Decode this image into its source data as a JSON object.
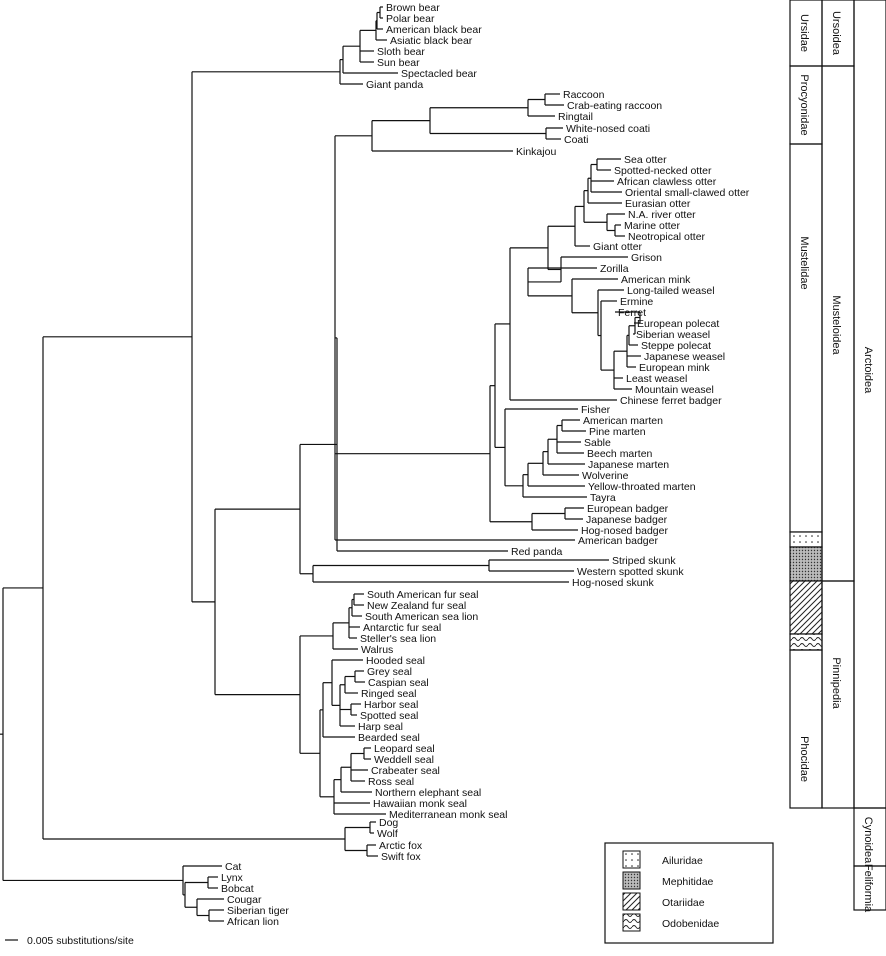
{
  "tree": {
    "leaves": [
      "Brown bear",
      "Polar bear",
      "American black bear",
      "Asiatic black bear",
      "Sloth bear",
      "Sun bear",
      "Spectacled bear",
      "Giant panda",
      "Raccoon",
      "Crab-eating raccoon",
      "Ringtail",
      "White-nosed coati",
      "Coati",
      "Kinkajou",
      "Sea otter",
      "Spotted-necked otter",
      "African clawless otter",
      "Oriental small-clawed otter",
      "Eurasian otter",
      "N.A. river otter",
      "Marine otter",
      "Neotropical otter",
      "Giant otter",
      "Grison",
      "Zorilla",
      "American mink",
      "Long-tailed weasel",
      "Ermine",
      "Ferret",
      "European polecat",
      "Siberian weasel",
      "Steppe polecat",
      "Japanese weasel",
      "European mink",
      "Least weasel",
      "Mountain weasel",
      "Chinese ferret badger",
      "Fisher",
      "American marten",
      "Pine marten",
      "Sable",
      "Beech marten",
      "Japanese marten",
      "Wolverine",
      "Yellow-throated marten",
      "Tayra",
      "European badger",
      "Japanese badger",
      "Hog-nosed badger",
      "American badger",
      "Red panda",
      "Striped skunk",
      "Western spotted skunk",
      "Hog-nosed skunk",
      "South American fur seal",
      "New Zealand fur seal",
      "South American sea lion",
      "Antarctic fur seal",
      "Steller's sea lion",
      "Walrus",
      "Hooded seal",
      "Grey seal",
      "Caspian seal",
      "Ringed seal",
      "Harbor seal",
      "Spotted seal",
      "Harp seal",
      "Bearded seal",
      "Leopard seal",
      "Weddell seal",
      "Crabeater seal",
      "Ross seal",
      "Northern elephant seal",
      "Hawaiian monk seal",
      "Mediterranean monk seal",
      "Dog",
      "Wolf",
      "Arctic fox",
      "Swift fox",
      "Cat",
      "Lynx",
      "Bobcat",
      "Cougar",
      "Siberian tiger",
      "African lion"
    ],
    "scale_label": "0.005 substitutions/site"
  },
  "classification": {
    "families": [
      "Ursidae",
      "Procyonidae",
      "Mustelidae",
      "Phocidae"
    ],
    "superfamilies": [
      "Ursoidea",
      "Musteloidea",
      "Pinnipedia",
      "Cynoidea",
      "Feliformia"
    ],
    "infraorder": "Arctoidea"
  },
  "legend": {
    "items": [
      {
        "label": "Ailuridae",
        "pattern": "dots"
      },
      {
        "label": "Mephitidae",
        "pattern": "dense-dots"
      },
      {
        "label": "Otariidae",
        "pattern": "diagonal"
      },
      {
        "label": "Odobenidae",
        "pattern": "wavy"
      }
    ]
  }
}
